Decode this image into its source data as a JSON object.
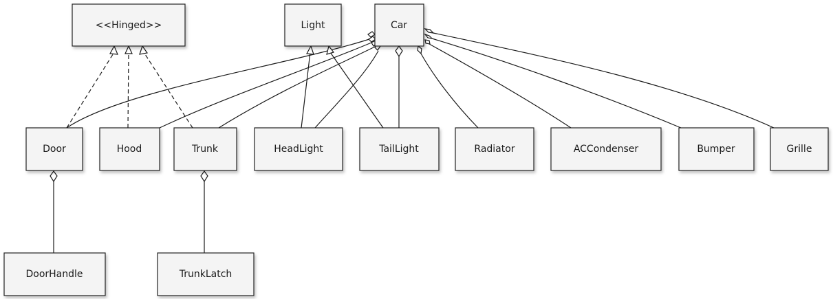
{
  "diagram": {
    "classes": {
      "hinged": "<<Hinged>>",
      "light": "Light",
      "car": "Car",
      "door": "Door",
      "hood": "Hood",
      "trunk": "Trunk",
      "headlight": "HeadLight",
      "taillight": "TailLight",
      "radiator": "Radiator",
      "accondenser": "ACCondenser",
      "bumper": "Bumper",
      "grille": "Grille",
      "doorhandle": "DoorHandle",
      "trunklatch": "TrunkLatch"
    },
    "relations": [
      {
        "from": "door",
        "to": "hinged",
        "kind": "realization"
      },
      {
        "from": "hood",
        "to": "hinged",
        "kind": "realization"
      },
      {
        "from": "trunk",
        "to": "hinged",
        "kind": "realization"
      },
      {
        "from": "headlight",
        "to": "light",
        "kind": "generalization"
      },
      {
        "from": "taillight",
        "to": "light",
        "kind": "generalization"
      },
      {
        "from": "door",
        "to": "car",
        "kind": "aggregation"
      },
      {
        "from": "hood",
        "to": "car",
        "kind": "aggregation"
      },
      {
        "from": "trunk",
        "to": "car",
        "kind": "aggregation"
      },
      {
        "from": "headlight",
        "to": "car",
        "kind": "aggregation"
      },
      {
        "from": "taillight",
        "to": "car",
        "kind": "aggregation"
      },
      {
        "from": "radiator",
        "to": "car",
        "kind": "aggregation"
      },
      {
        "from": "accondenser",
        "to": "car",
        "kind": "aggregation"
      },
      {
        "from": "bumper",
        "to": "car",
        "kind": "aggregation"
      },
      {
        "from": "grille",
        "to": "car",
        "kind": "aggregation"
      },
      {
        "from": "doorhandle",
        "to": "door",
        "kind": "aggregation"
      },
      {
        "from": "trunklatch",
        "to": "trunk",
        "kind": "aggregation"
      }
    ]
  }
}
